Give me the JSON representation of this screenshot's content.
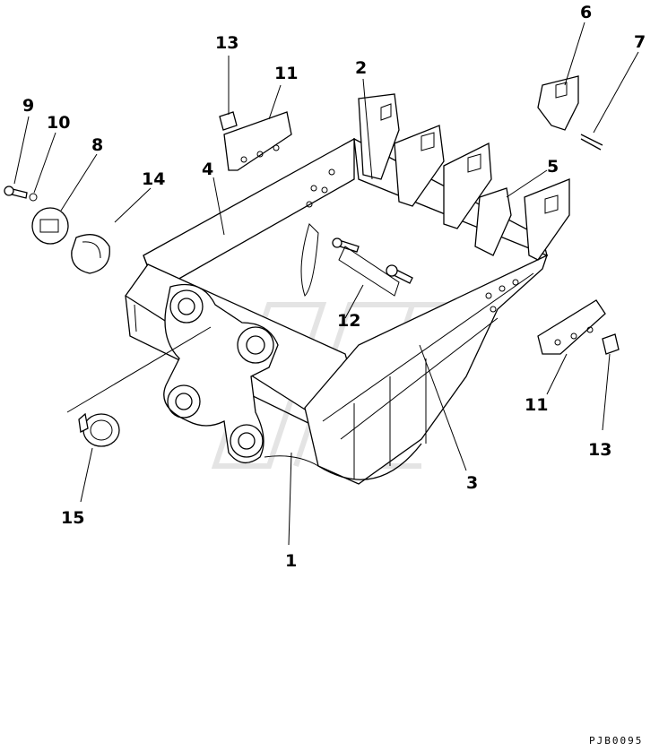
{
  "callouts": {
    "c1": "1",
    "c2": "2",
    "c3": "3",
    "c4": "4",
    "c5": "5",
    "c6": "6",
    "c7": "7",
    "c8": "8",
    "c9": "9",
    "c10": "10",
    "c11_left": "11",
    "c11_right": "11",
    "c12": "12",
    "c13_left": "13",
    "c13_right": "13",
    "c14": "14",
    "c15": "15"
  },
  "reference_code": "PJB0095"
}
